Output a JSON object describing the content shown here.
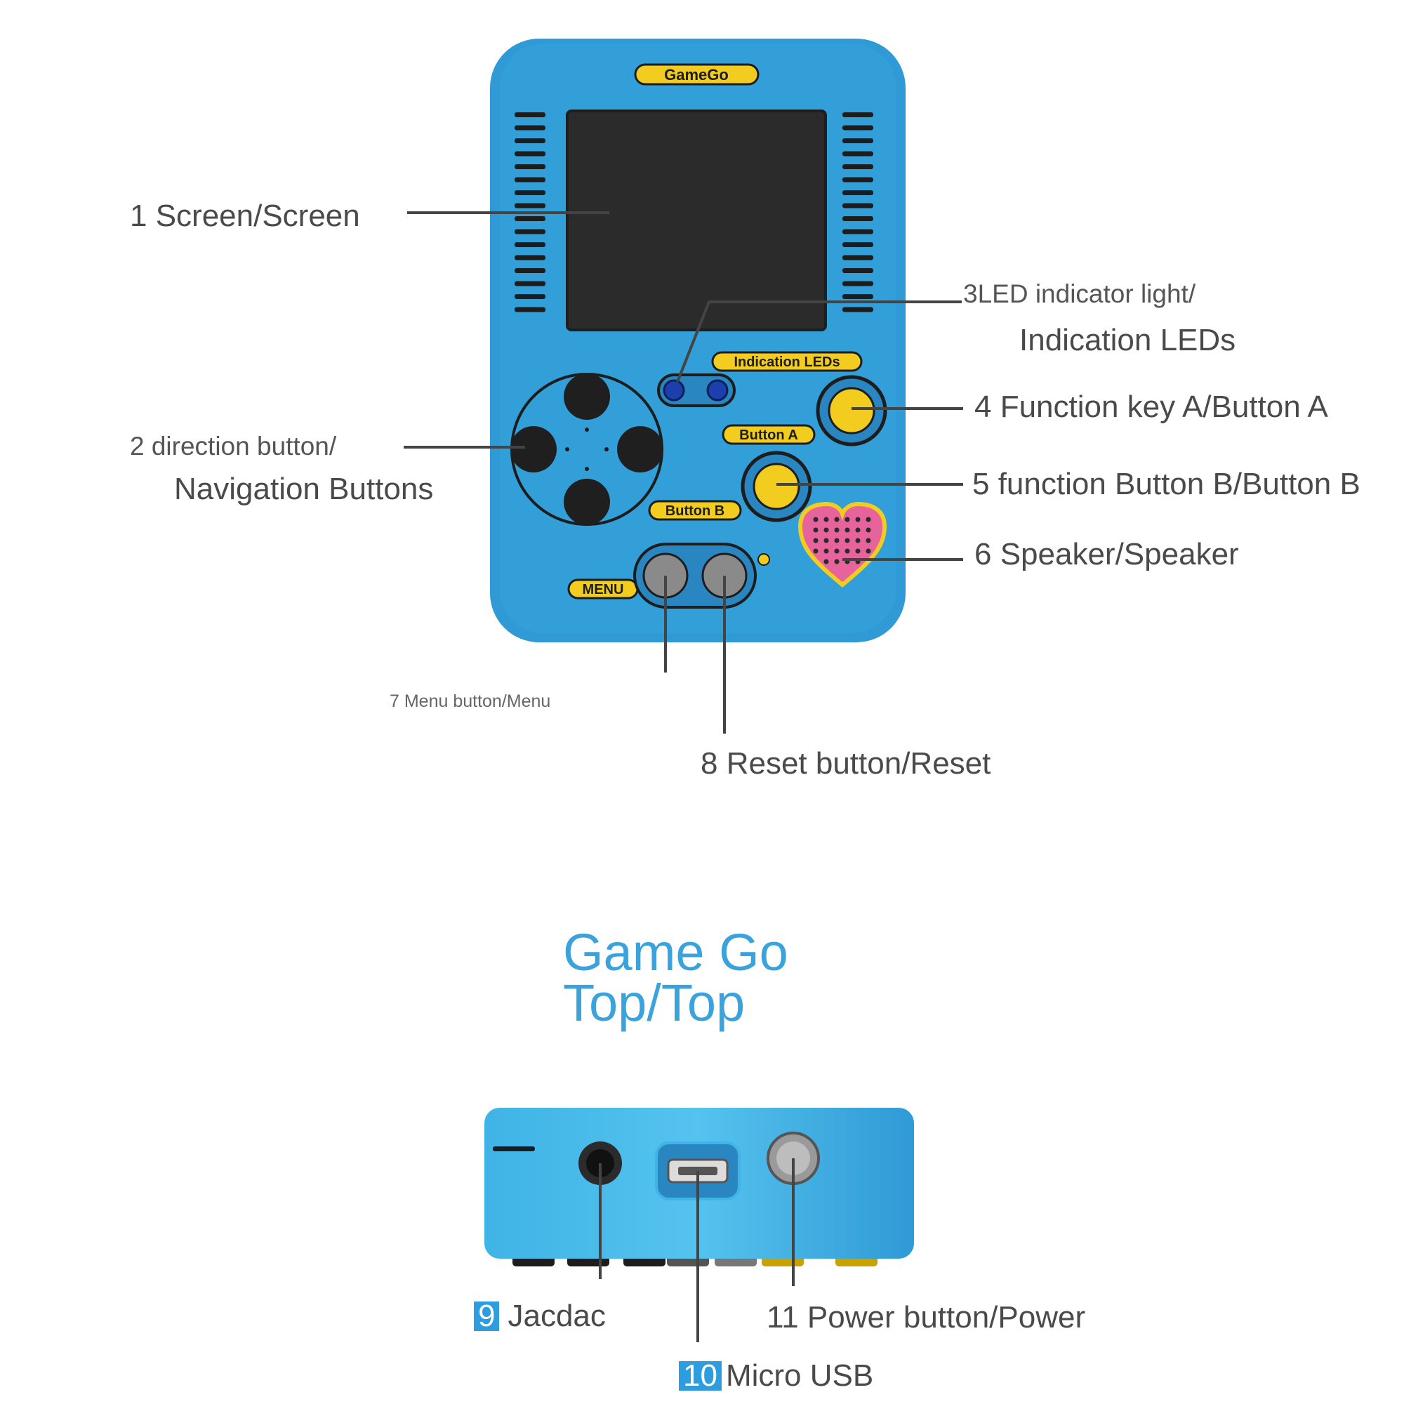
{
  "device": {
    "brand": "GameGo",
    "silk_leds": "Indication LEDs",
    "silk_button_a": "Button A",
    "silk_button_b": "Button B",
    "silk_menu": "MENU",
    "colors": {
      "body": "#2f9ad6",
      "screen": "#2b2b2b",
      "accent_yellow": "#f2cd1f",
      "heart": "#e6639b",
      "dpad": "#1f1f1f",
      "small_button": "#8a8a8a"
    }
  },
  "callouts": {
    "screen": "1 Screen/Screen",
    "direction_line1": "2 direction button/",
    "direction_line2": "Navigation Buttons",
    "led_line1": "3LED indicator light/",
    "led_line2": "Indication LEDs",
    "button_a": "4 Function key A/Button A",
    "button_b": "5 function Button B/Button B",
    "speaker": "6 Speaker/Speaker",
    "menu": "7 Menu button/Menu",
    "reset": "8 Reset button/Reset"
  },
  "section_title": {
    "line1": "Game Go",
    "line2": "Top/Top"
  },
  "top_callouts": {
    "jacdac_num": "9",
    "jacdac": "Jacdac",
    "usb_num": "10",
    "usb": "Micro USB",
    "power": "11 Power button/Power"
  }
}
